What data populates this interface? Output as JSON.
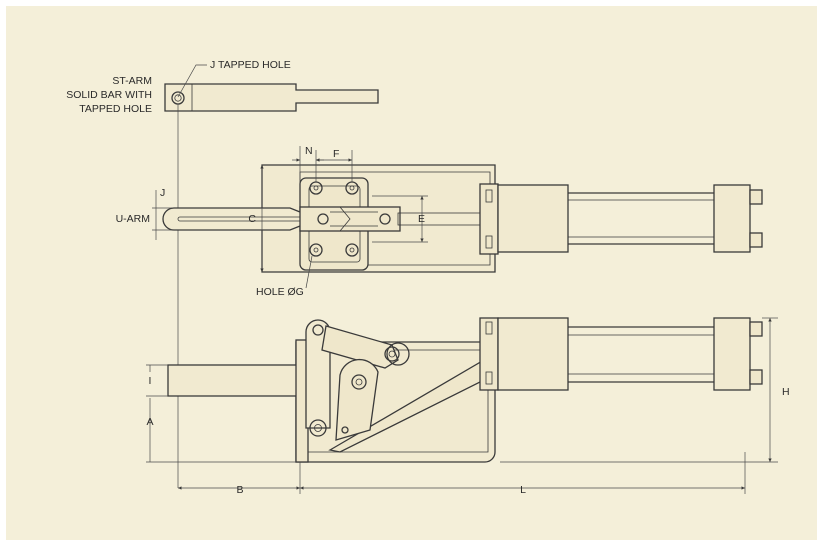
{
  "colors": {
    "paper": "#f4efd9",
    "part_fill": "#f1ead0",
    "line": "#3a3a3a",
    "background": "#ffffff"
  },
  "labels": {
    "j_tapped_hole": "J TAPPED HOLE",
    "st_arm_line1": "ST-ARM",
    "st_arm_line2": "SOLID BAR WITH",
    "st_arm_line3": "TAPPED HOLE",
    "u_arm": "U-ARM",
    "hole_g": "HOLE ØG"
  },
  "dimensions": {
    "A": "A",
    "B": "B",
    "C": "C",
    "E": "E",
    "F": "F",
    "H": "H",
    "I": "I",
    "J": "J",
    "L": "L",
    "N": "N"
  }
}
